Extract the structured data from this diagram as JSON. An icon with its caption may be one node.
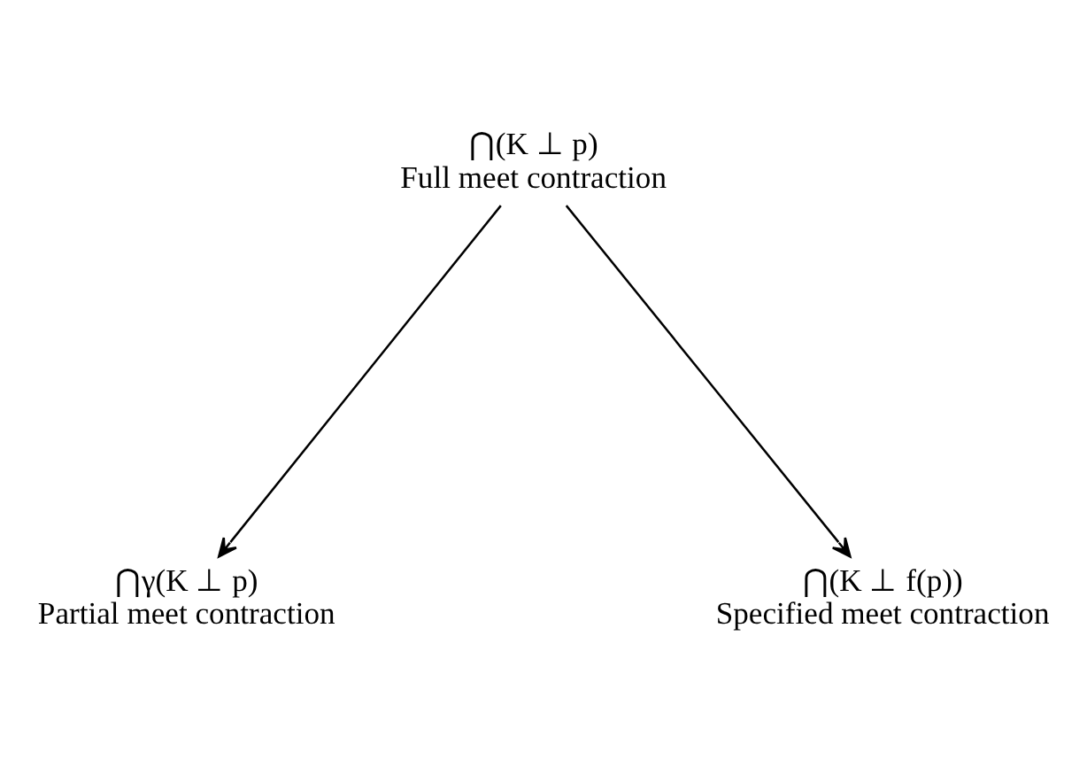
{
  "diagram": {
    "nodes": [
      {
        "text": [
          "⋂(K ⊥ p)",
          "Full meet contraction"
        ]
      },
      {
        "text": [
          "⋂γ(K ⊥ p)",
          "Partial meet contraction"
        ]
      },
      {
        "text": [
          "⋂(K ⊥ f(p))",
          "Specified meet contraction"
        ]
      }
    ],
    "edges": [
      {
        "from": 0,
        "to": 1,
        "arrow": "to"
      },
      {
        "from": 0,
        "to": 2,
        "arrow": "to"
      }
    ]
  }
}
